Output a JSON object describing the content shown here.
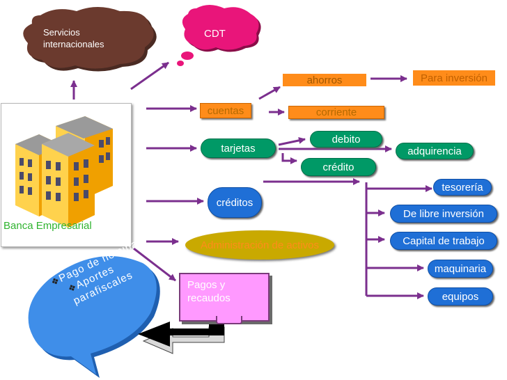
{
  "nodes": {
    "servicios": "Servicios internacionales",
    "cdt": "CDT",
    "cuentas": "cuentas",
    "ahorros": "ahorros",
    "corriente": "corriente",
    "para_inversion": "Para inversión",
    "tarjetas": "tarjetas",
    "debito": "debito",
    "credito": "crédito",
    "adquirencia": "adquirencia",
    "creditos": "créditos",
    "tesoreria": "tesorería",
    "libre_inversion": "De libre inversión",
    "capital_trabajo": "Capital de trabajo",
    "maquinaria": "maquinaria",
    "equipos": "equipos",
    "administracion": "Administración de activos",
    "pagos": "Pagos y recaudos",
    "banca": "Banca Empresarial"
  },
  "bubble": {
    "items": [
      "Pago de nomina.",
      "Aportes parafiscales"
    ]
  },
  "colors": {
    "arrow": "#7b2f8e",
    "orange": "#ff8c1a",
    "green": "#009966",
    "blue": "#1f6fd6",
    "olive": "#c9a900",
    "pink": "#ff99ff",
    "bubble": "#3f8ee9",
    "cloud_brown": "#6b3a2e",
    "cloud_pink": "#e9157a"
  }
}
